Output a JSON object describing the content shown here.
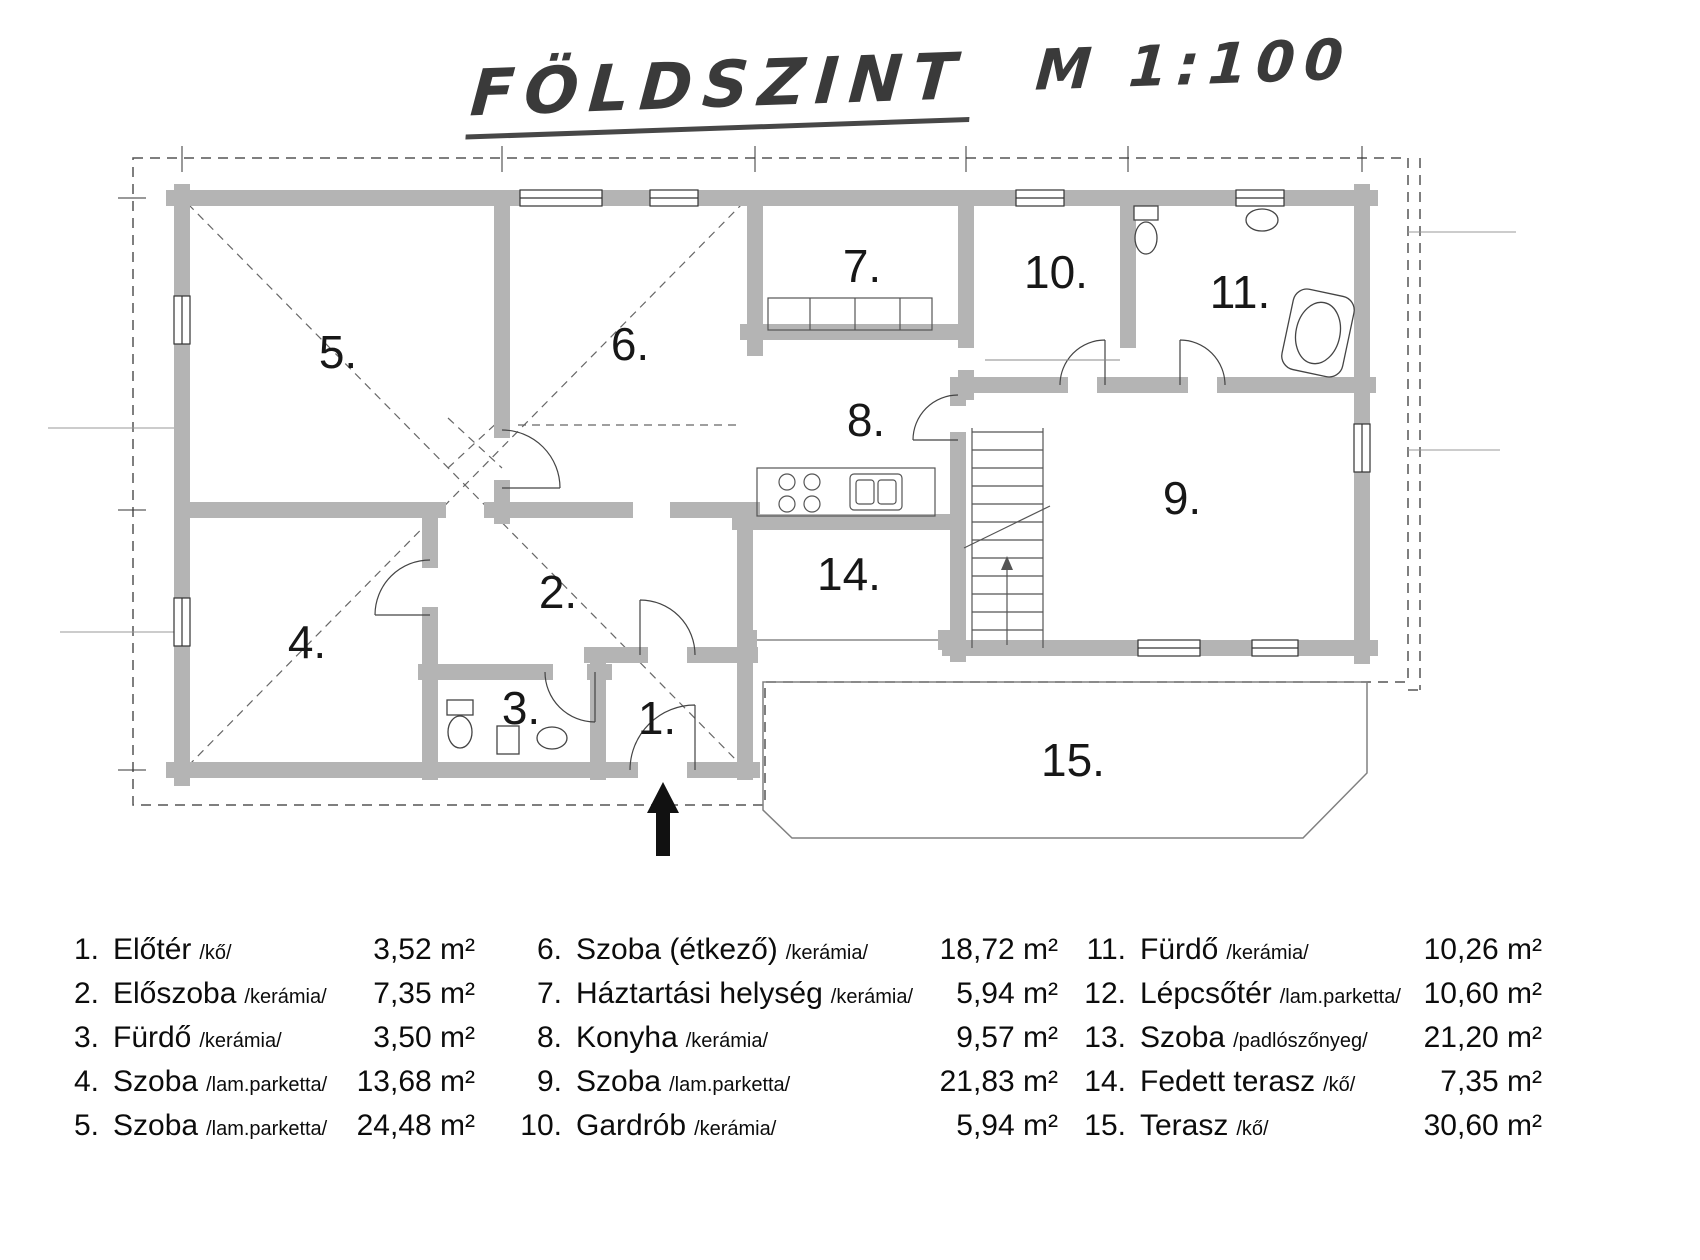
{
  "title": {
    "main": "FÖLDSZINT",
    "scale": "M 1:100"
  },
  "plan": {
    "labels": [
      "5.",
      "6.",
      "7.",
      "10.",
      "11.",
      "8.",
      "2.",
      "14.",
      "9.",
      "4.",
      "3.",
      "1.",
      "15."
    ]
  },
  "legend": {
    "rooms": [
      {
        "num": "1.",
        "name": "Előtér",
        "material": "/kő/",
        "area": "3,52 m²"
      },
      {
        "num": "2.",
        "name": "Előszoba",
        "material": "/kerámia/",
        "area": "7,35 m²"
      },
      {
        "num": "3.",
        "name": "Fürdő",
        "material": "/kerámia/",
        "area": "3,50 m²"
      },
      {
        "num": "4.",
        "name": "Szoba",
        "material": "/lam.parketta/",
        "area": "13,68 m²"
      },
      {
        "num": "5.",
        "name": "Szoba",
        "material": "/lam.parketta/",
        "area": "24,48 m²"
      },
      {
        "num": "6.",
        "name": "Szoba (étkező)",
        "material": "/kerámia/",
        "area": "18,72 m²"
      },
      {
        "num": "7.",
        "name": "Háztartási helység",
        "material": "/kerámia/",
        "area": "5,94 m²"
      },
      {
        "num": "8.",
        "name": "Konyha",
        "material": "/kerámia/",
        "area": "9,57 m²"
      },
      {
        "num": "9.",
        "name": "Szoba",
        "material": "/lam.parketta/",
        "area": "21,83 m²"
      },
      {
        "num": "10.",
        "name": "Gardrób",
        "material": "/kerámia/",
        "area": "5,94 m²"
      },
      {
        "num": "11.",
        "name": "Fürdő",
        "material": "/kerámia/",
        "area": "10,26 m²"
      },
      {
        "num": "12.",
        "name": "Lépcsőtér",
        "material": "/lam.parketta/",
        "area": "10,60 m²"
      },
      {
        "num": "13.",
        "name": "Szoba",
        "material": "/padlószőnyeg/",
        "area": "21,20 m²"
      },
      {
        "num": "14.",
        "name": "Fedett terasz",
        "material": "/kő/",
        "area": "7,35 m²"
      },
      {
        "num": "15.",
        "name": "Terasz",
        "material": "/kő/",
        "area": "30,60 m²"
      }
    ]
  }
}
